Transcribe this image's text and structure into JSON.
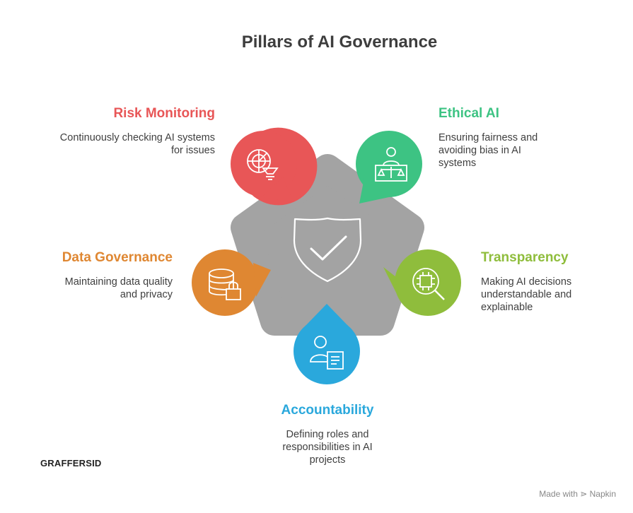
{
  "title": "Pillars of AI Governance",
  "pillars": [
    {
      "label": "Risk Monitoring",
      "description": "Continuously checking AI systems for issues",
      "color": "#e85657",
      "icon": "radar-icon"
    },
    {
      "label": "Ethical AI",
      "description": "Ensuring fairness and avoiding bias in AI systems",
      "color": "#3dc383",
      "icon": "scale-icon"
    },
    {
      "label": "Transparency",
      "description": "Making AI decisions understandable and explainable",
      "color": "#8fbd3c",
      "icon": "chip-search-icon"
    },
    {
      "label": "Accountability",
      "description": "Defining roles and responsibilities in AI projects",
      "color": "#2aa8dc",
      "icon": "person-document-icon"
    },
    {
      "label": "Data Governance",
      "description": "Maintaining data quality and privacy",
      "color": "#df8732",
      "icon": "database-lock-icon"
    }
  ],
  "center_icon": "shield-check-icon",
  "logo": {
    "text": "GRAFFERSID"
  },
  "footer": "Made with ⋗ Napkin"
}
